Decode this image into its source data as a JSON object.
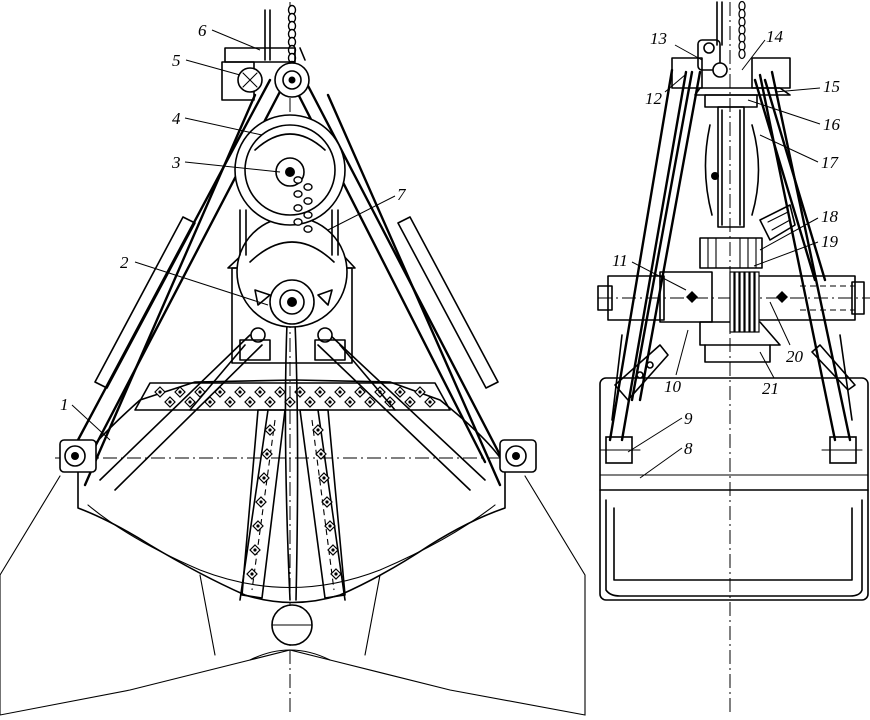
{
  "figure": {
    "callouts": [
      {
        "id": "1",
        "text": "1"
      },
      {
        "id": "2",
        "text": "2"
      },
      {
        "id": "3",
        "text": "3"
      },
      {
        "id": "4",
        "text": "4"
      },
      {
        "id": "5",
        "text": "5"
      },
      {
        "id": "6",
        "text": "6"
      },
      {
        "id": "7",
        "text": "7"
      },
      {
        "id": "8",
        "text": "8"
      },
      {
        "id": "9",
        "text": "9"
      },
      {
        "id": "10",
        "text": "10"
      },
      {
        "id": "11",
        "text": "11"
      },
      {
        "id": "12",
        "text": "12"
      },
      {
        "id": "13",
        "text": "13"
      },
      {
        "id": "14",
        "text": "14"
      },
      {
        "id": "15",
        "text": "15"
      },
      {
        "id": "16",
        "text": "16"
      },
      {
        "id": "17",
        "text": "17"
      },
      {
        "id": "18",
        "text": "18"
      },
      {
        "id": "19",
        "text": "19"
      },
      {
        "id": "20",
        "text": "20"
      },
      {
        "id": "21",
        "text": "21"
      }
    ],
    "colors": {
      "ink": "#000000",
      "paper": "#ffffff"
    }
  }
}
